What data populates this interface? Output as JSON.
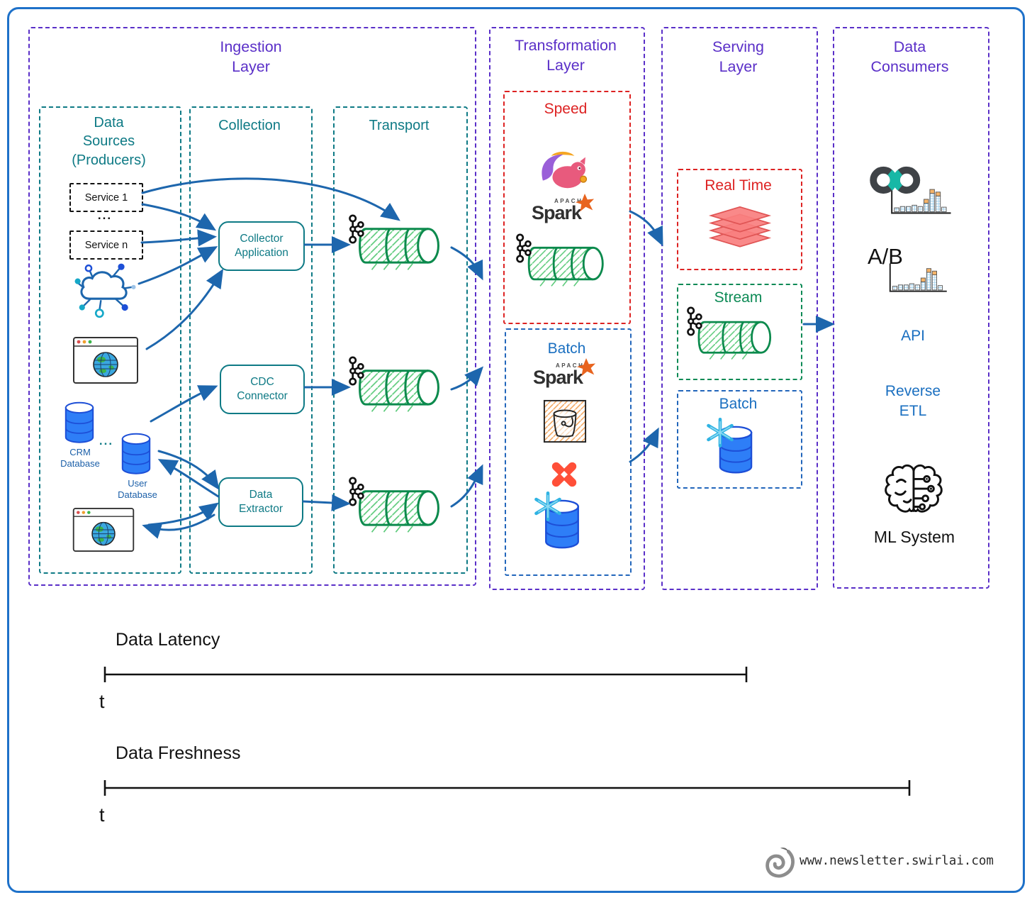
{
  "colors": {
    "frame_blue": "#1e71c9",
    "layer_purple": "#5a2fc8",
    "teal": "#0e7a85",
    "red": "#dd2222",
    "blue": "#1a6fc0",
    "green_stream": "#0c8a55",
    "arrow_blue": "#1d66ad",
    "kafka_topic_green": "#0c8a4d",
    "db_blue": "#2e7ef7",
    "snowflake_blue": "#35b9e6",
    "dbt_orange": "#ff4f38",
    "spark_orange": "#e8641f",
    "flink_pink": "#e85a7d",
    "realtime_pink": "#f97f7f"
  },
  "icons": {
    "kafka": "kafka-logo circles",
    "kafka_topic": "green hatched cylinder",
    "iot_cloud": "cloud with connected nodes",
    "browser": "web browser window with globe",
    "database": "blue cylinder database",
    "snowflake": "light blue snowflake",
    "flink": "pink squirrel (Apache Flink)",
    "spark": "Apache Spark logo with orange star",
    "bucket": "object storage bucket on hatched square",
    "dbt": "orange pinwheel (dbt)",
    "realtime_layers": "stack of pink plates",
    "infinity_chart": "infinity symbol with bar chart",
    "ab_chart": "A/B test bar chart",
    "brain": "ML brain with circuits",
    "swirl": "swirlai spiral logo"
  },
  "logos": {
    "spark": {
      "apache": "APACHE",
      "name": "Spark"
    }
  },
  "ingestion": {
    "title": "Ingestion\nLayer",
    "sources": {
      "title": "Data\nSources\n(Producers)",
      "service_1": "Service 1",
      "dots_services": "...",
      "service_n": "Service n",
      "crm_db": "CRM\nDatabase",
      "dots_dbs": "...",
      "user_db": "User\nDatabase"
    },
    "collection": {
      "title": "Collection",
      "collector_app": "Collector\nApplication",
      "cdc_connector": "CDC\nConnector",
      "data_extractor": "Data\nExtractor"
    },
    "transport": {
      "title": "Transport"
    }
  },
  "transformation": {
    "title": "Transformation\nLayer",
    "speed_title": "Speed",
    "batch_title": "Batch"
  },
  "serving": {
    "title": "Serving\nLayer",
    "real_time_title": "Real Time",
    "stream_title": "Stream",
    "batch_title": "Batch"
  },
  "consumers": {
    "title": "Data\nConsumers",
    "ab_test": "A/B",
    "api": "API",
    "reverse_etl": "Reverse\nETL",
    "ml_system": "ML System"
  },
  "timelines": {
    "latency": {
      "label": "Data Latency",
      "axis": "t"
    },
    "freshness": {
      "label": "Data Freshness",
      "axis": "t"
    }
  },
  "watermark": {
    "url": "www.newsletter.swirlai.com"
  }
}
